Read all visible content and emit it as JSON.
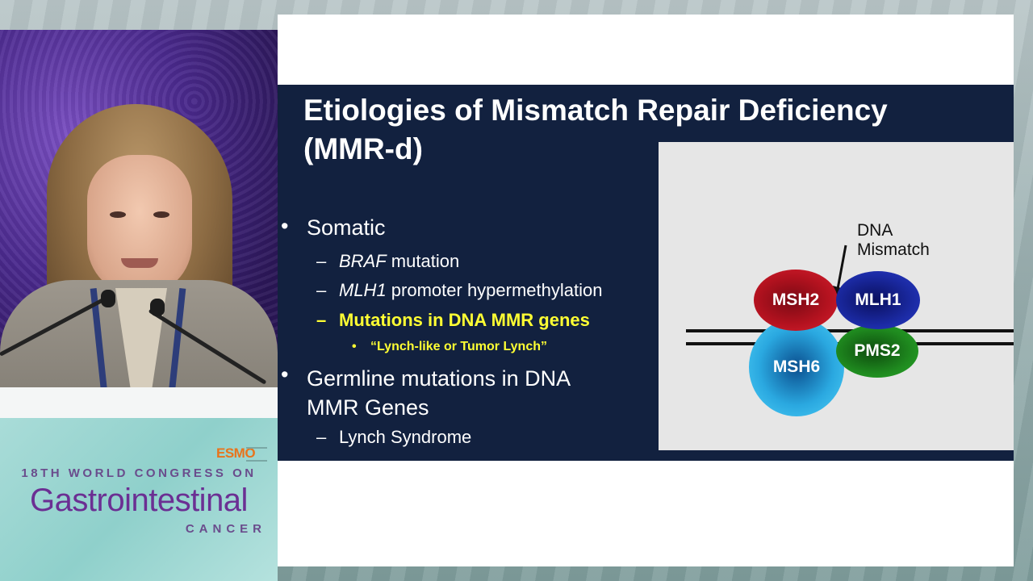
{
  "slide": {
    "title_line1": "Etiologies of Mismatch Repair Deficiency",
    "title_line2": "(MMR-d)",
    "bullets": {
      "somatic": "Somatic",
      "braf_italic": "BRAF",
      "braf_rest": " mutation",
      "mlh1_italic": "MLH1",
      "mlh1_rest": " promoter hypermethylation",
      "mutations": "Mutations in DNA MMR genes",
      "lynch_like": "“Lynch-like or Tumor Lynch”",
      "germline_line1": "Germline mutations in DNA",
      "germline_line2": "MMR Genes",
      "lynch_syndrome": "Lynch Syndrome"
    },
    "diagram": {
      "label_line1": "DNA",
      "label_line2": "Mismatch",
      "proteins": [
        "MSH2",
        "MLH1",
        "PMS2",
        "MSH6"
      ]
    }
  },
  "branding": {
    "esmo": "ESMO",
    "line1": "18TH WORLD CONGRESS ON",
    "line2": "Gastrointestinal",
    "line3": "CANCER"
  },
  "colors": {
    "slide_background": "#12213f",
    "highlight": "#ffff33",
    "brand_purple": "#6b2f93",
    "esmo_orange": "#e8741c"
  }
}
